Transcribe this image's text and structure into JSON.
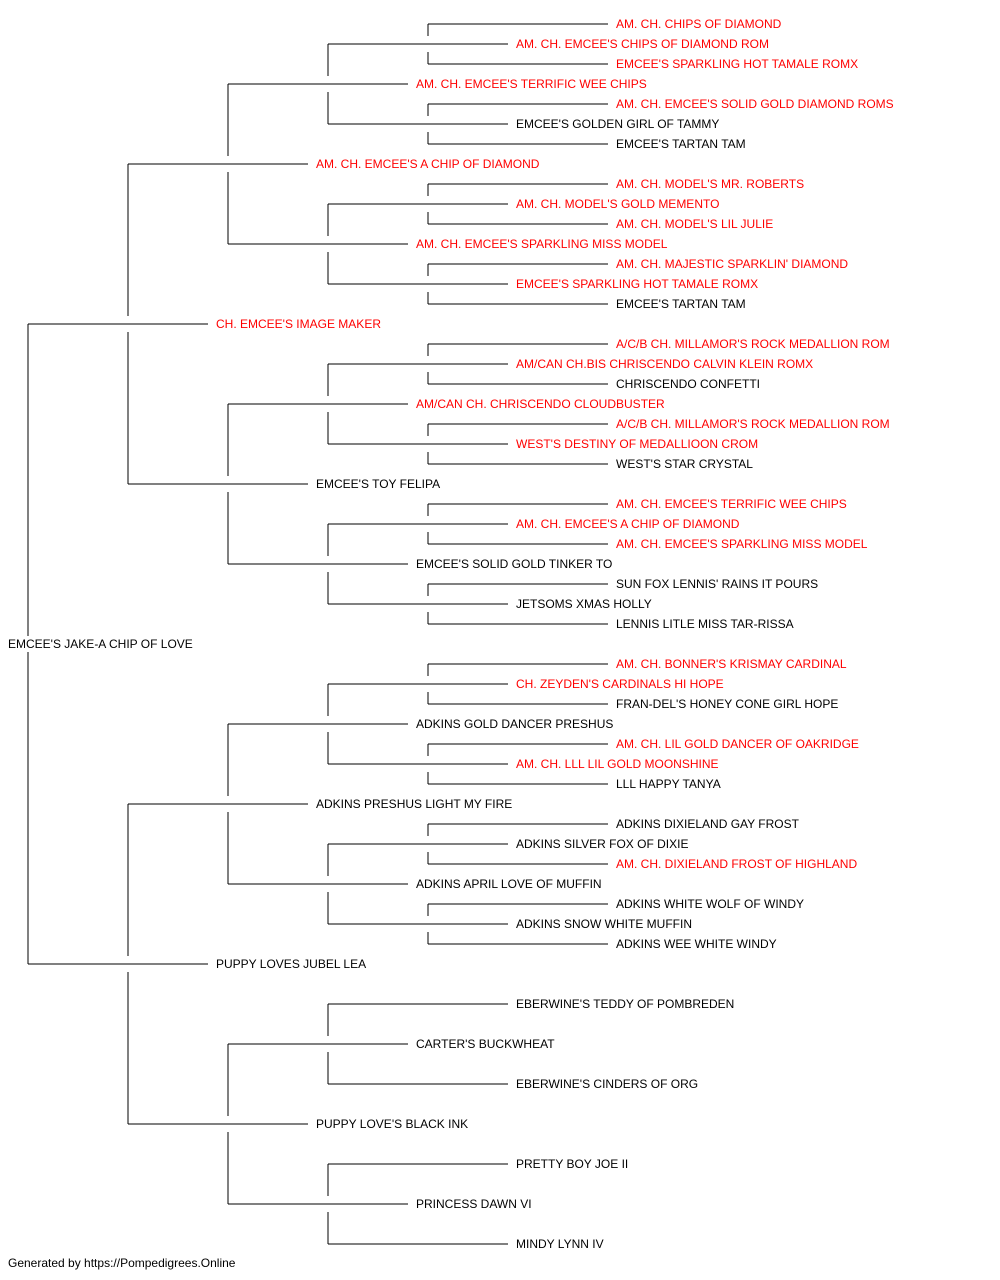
{
  "colors": {
    "champion": "#ff0000",
    "normal": "#000000",
    "line": "#000000"
  },
  "footer": "Generated by https://Pompedigrees.Online",
  "pedigree": {
    "name": "EMCEE'S JAKE-A CHIP OF LOVE",
    "champion": false,
    "sire": {
      "name": "CH. EMCEE'S IMAGE MAKER",
      "champion": true,
      "sire": {
        "name": "AM. CH. EMCEE'S A CHIP OF DIAMOND",
        "champion": true,
        "sire": {
          "name": "AM. CH. EMCEE'S TERRIFIC WEE CHIPS",
          "champion": true,
          "sire": {
            "name": "AM. CH. EMCEE'S CHIPS OF DIAMOND ROM",
            "champion": true,
            "sire": {
              "name": "AM. CH. CHIPS OF DIAMOND",
              "champion": true
            },
            "dam": {
              "name": "EMCEE'S SPARKLING HOT TAMALE ROMX",
              "champion": true
            }
          },
          "dam": {
            "name": "EMCEE'S GOLDEN GIRL OF TAMMY",
            "champion": false,
            "sire": {
              "name": "AM. CH. EMCEE'S SOLID GOLD DIAMOND ROMS",
              "champion": true
            },
            "dam": {
              "name": "EMCEE'S TARTAN TAM",
              "champion": false
            }
          }
        },
        "dam": {
          "name": "AM. CH. EMCEE'S SPARKLING MISS MODEL",
          "champion": true,
          "sire": {
            "name": "AM. CH. MODEL'S GOLD MEMENTO",
            "champion": true,
            "sire": {
              "name": "AM. CH. MODEL'S MR. ROBERTS",
              "champion": true
            },
            "dam": {
              "name": "AM. CH. MODEL'S LIL JULIE",
              "champion": true
            }
          },
          "dam": {
            "name": "EMCEE'S SPARKLING HOT TAMALE ROMX",
            "champion": true,
            "sire": {
              "name": "AM. CH. MAJESTIC SPARKLIN' DIAMOND",
              "champion": true
            },
            "dam": {
              "name": "EMCEE'S TARTAN TAM",
              "champion": false
            }
          }
        }
      },
      "dam": {
        "name": "EMCEE'S TOY FELIPA",
        "champion": false,
        "sire": {
          "name": "AM/CAN CH. CHRISCENDO CLOUDBUSTER",
          "champion": true,
          "sire": {
            "name": "AM/CAN CH.BIS CHRISCENDO CALVIN KLEIN ROMX",
            "champion": true,
            "sire": {
              "name": "A/C/B CH. MILLAMOR'S ROCK MEDALLION ROM",
              "champion": true
            },
            "dam": {
              "name": "CHRISCENDO CONFETTI",
              "champion": false
            }
          },
          "dam": {
            "name": "WEST'S DESTINY OF MEDALLIOON CROM",
            "champion": true,
            "sire": {
              "name": "A/C/B CH. MILLAMOR'S ROCK MEDALLION ROM",
              "champion": true
            },
            "dam": {
              "name": "WEST'S STAR CRYSTAL",
              "champion": false
            }
          }
        },
        "dam": {
          "name": "EMCEE'S SOLID GOLD TINKER TO",
          "champion": false,
          "sire": {
            "name": "AM. CH. EMCEE'S A CHIP OF DIAMOND",
            "champion": true,
            "sire": {
              "name": "AM. CH. EMCEE'S TERRIFIC WEE CHIPS",
              "champion": true
            },
            "dam": {
              "name": "AM. CH. EMCEE'S SPARKLING MISS MODEL",
              "champion": true
            }
          },
          "dam": {
            "name": "JETSOMS XMAS HOLLY",
            "champion": false,
            "sire": {
              "name": "SUN FOX LENNIS' RAINS IT POURS",
              "champion": false
            },
            "dam": {
              "name": "LENNIS LITLE MISS TAR-RISSA",
              "champion": false
            }
          }
        }
      }
    },
    "dam": {
      "name": "PUPPY LOVES JUBEL LEA",
      "champion": false,
      "sire": {
        "name": "ADKINS PRESHUS LIGHT MY FIRE",
        "champion": false,
        "sire": {
          "name": "ADKINS GOLD DANCER PRESHUS",
          "champion": false,
          "sire": {
            "name": "CH. ZEYDEN'S CARDINALS HI HOPE",
            "champion": true,
            "sire": {
              "name": "AM. CH. BONNER'S KRISMAY CARDINAL",
              "champion": true
            },
            "dam": {
              "name": "FRAN-DEL'S HONEY CONE GIRL HOPE",
              "champion": false
            }
          },
          "dam": {
            "name": "AM. CH. LLL LIL GOLD MOONSHINE",
            "champion": true,
            "sire": {
              "name": "AM. CH. LIL GOLD DANCER OF OAKRIDGE",
              "champion": true
            },
            "dam": {
              "name": "LLL HAPPY TANYA",
              "champion": false
            }
          }
        },
        "dam": {
          "name": "ADKINS APRIL LOVE OF MUFFIN",
          "champion": false,
          "sire": {
            "name": "ADKINS SILVER FOX OF DIXIE",
            "champion": false,
            "sire": {
              "name": "ADKINS DIXIELAND GAY FROST",
              "champion": false
            },
            "dam": {
              "name": "AM. CH. DIXIELAND FROST OF HIGHLAND",
              "champion": true
            }
          },
          "dam": {
            "name": "ADKINS SNOW WHITE MUFFIN",
            "champion": false,
            "sire": {
              "name": "ADKINS WHITE WOLF OF WINDY",
              "champion": false
            },
            "dam": {
              "name": "ADKINS WEE WHITE WINDY",
              "champion": false
            }
          }
        }
      },
      "dam": {
        "name": "PUPPY LOVE'S BLACK INK",
        "champion": false,
        "sire": {
          "name": "CARTER'S BUCKWHEAT",
          "champion": false,
          "sire": {
            "name": "EBERWINE'S TEDDY OF POMBREDEN",
            "champion": false
          },
          "dam": {
            "name": "EBERWINE'S CINDERS OF ORG",
            "champion": false
          }
        },
        "dam": {
          "name": "PRINCESS DAWN VI",
          "champion": false,
          "sire": {
            "name": "PRETTY BOY JOE II",
            "champion": false
          },
          "dam": {
            "name": "MINDY LYNN IV",
            "champion": false
          }
        }
      }
    }
  }
}
